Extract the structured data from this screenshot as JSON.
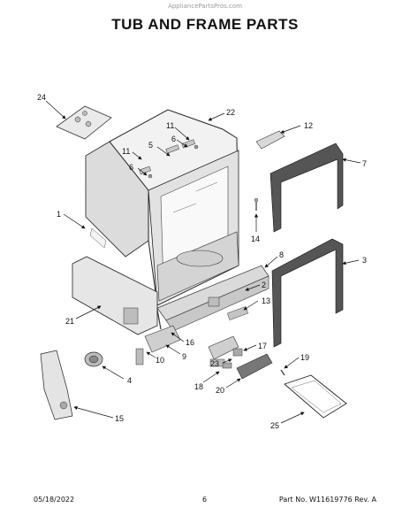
{
  "watermark": "AppliancePartsPros.com",
  "title": "TUB AND FRAME PARTS",
  "callouts": [
    "24",
    "22",
    "11",
    "12",
    "5",
    "6",
    "11",
    "6",
    "7",
    "1",
    "14",
    "8",
    "3",
    "2",
    "13",
    "21",
    "16",
    "9",
    "17",
    "23",
    "10",
    "4",
    "19",
    "18",
    "20",
    "15",
    "25"
  ],
  "footer": {
    "date": "05/18/2022",
    "page": "6",
    "part": "Part No. W11619776  Rev. A"
  }
}
